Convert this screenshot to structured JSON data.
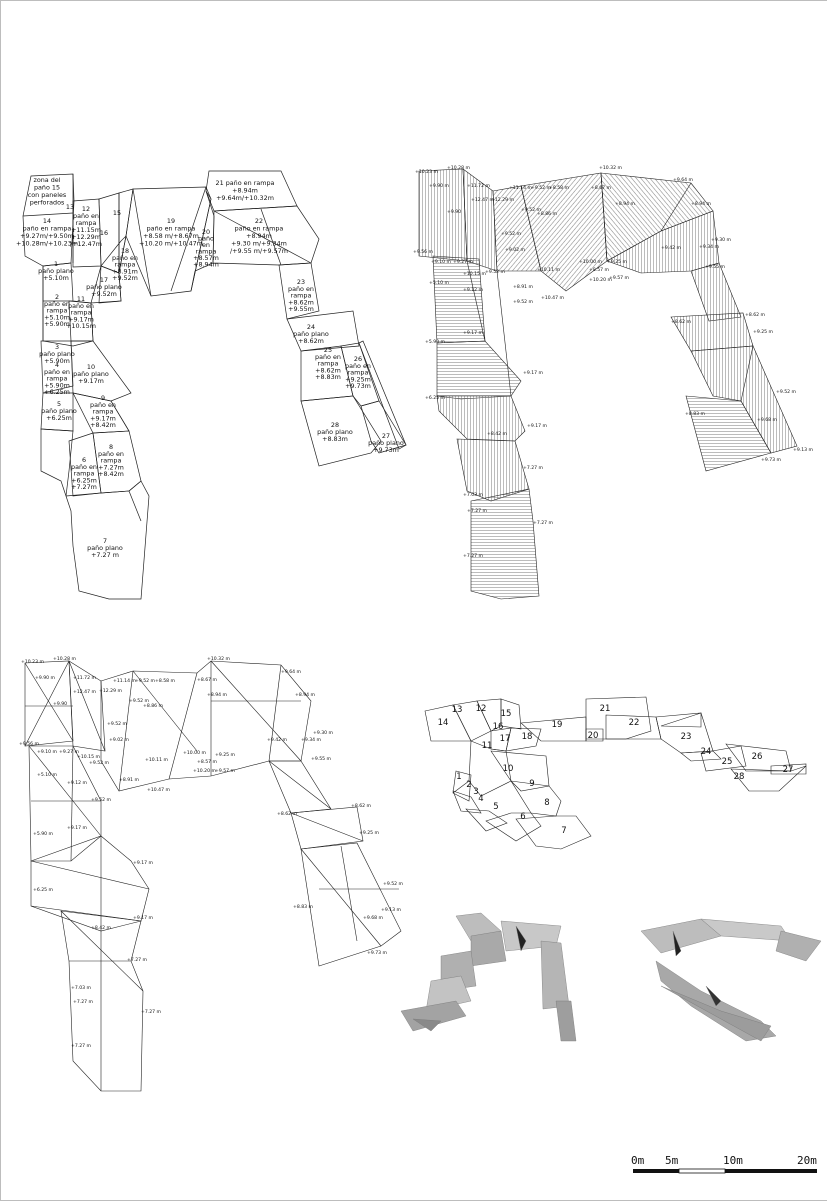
{
  "plan_labels": [
    {
      "lines": [
        "zona del",
        "paño 15",
        "con paneles",
        "perforados"
      ]
    },
    {
      "lines": [
        "14",
        "paño en rampa",
        "+9.27m/+9.50m",
        "+10.28m/+10.23m"
      ]
    },
    {
      "lines": [
        "13"
      ]
    },
    {
      "lines": [
        "12",
        "paño en",
        "rampa",
        "+11.15m",
        "+12.29m",
        "/+12.47m"
      ]
    },
    {
      "lines": [
        "15"
      ]
    },
    {
      "lines": [
        "16"
      ]
    },
    {
      "lines": [
        "19",
        "paño en rampa",
        "+8.58 m/+8.67m",
        "+10.20 m/+10.47m"
      ]
    },
    {
      "lines": [
        "20",
        "paño",
        "en",
        "rampa",
        "+8.57m",
        "+8.94m"
      ]
    },
    {
      "lines": [
        "21 paño en rampa",
        "+8.94m",
        "+9.64m/+10.32m"
      ]
    },
    {
      "lines": [
        "22",
        "paño en rampa",
        "+8.94m",
        "+9.30 m/+9.34m",
        "/+9.55 m/+9.57m"
      ]
    },
    {
      "lines": [
        "18",
        "paño en",
        "rampa",
        "+8.91m",
        "+9.52m"
      ]
    },
    {
      "lines": [
        "17",
        "paño plano",
        "+9.52m"
      ]
    },
    {
      "lines": [
        "1",
        "paño plano",
        "+5.10m"
      ]
    },
    {
      "lines": [
        "2",
        "paño en",
        "rampa",
        "+5.10m",
        "+5.90m"
      ]
    },
    {
      "lines": [
        "11",
        "paño en",
        "rampa",
        "+9.17m",
        "+10.15m"
      ]
    },
    {
      "lines": [
        "3",
        "paño plano",
        "+5.90m"
      ]
    },
    {
      "lines": [
        "4",
        "paño en",
        "rampa",
        "+5.90m",
        "+6.25m"
      ]
    },
    {
      "lines": [
        "10",
        "paño plano",
        "+9.17m"
      ]
    },
    {
      "lines": [
        "5",
        "paño plano",
        "+6.25m"
      ]
    },
    {
      "lines": [
        "9",
        "paño en",
        "rampa",
        "+9.17m",
        "+8.42m"
      ]
    },
    {
      "lines": [
        "8",
        "paño en",
        "rampa",
        "+7.27m",
        "+8.42m"
      ]
    },
    {
      "lines": [
        "6",
        "paño en",
        "rampa",
        "+6.25m",
        "+7.27m"
      ]
    },
    {
      "lines": [
        "7",
        "paño plano",
        "+7.27 m"
      ]
    },
    {
      "lines": [
        "23",
        "paño en",
        "rampa",
        "+8.62m",
        "+9.55m"
      ]
    },
    {
      "lines": [
        "24",
        "paño plano",
        "+8.62m"
      ]
    },
    {
      "lines": [
        "25",
        "paño en",
        "rampa",
        "+8.62m",
        "+8.83m"
      ]
    },
    {
      "lines": [
        "26",
        "paño en",
        "rampa",
        "+9.25m",
        "+9.73m"
      ]
    },
    {
      "lines": [
        "28",
        "paño plano",
        "+8.83m"
      ]
    },
    {
      "lines": [
        "27",
        "paño plano",
        "+9.73m"
      ]
    }
  ],
  "level_labels": [
    "+10.23 m",
    "+10.28 m",
    "+9.90 m",
    "+11.72 m",
    "+12.47 m",
    "+11.14 m",
    "+9.52 m",
    "+8.58 m",
    "+8.67 m",
    "+10.32 m",
    "+9.64 m",
    "+8.94 m",
    "+9.90",
    "+12.29 m",
    "+9.52 m",
    "+8.86 m",
    "+8.94 m",
    "+9.30 m",
    "+9.34 m",
    "+9.56 m",
    "+9.10 m",
    "+9.27 m",
    "+10.15 m",
    "+9.52 m",
    "+9.52 m",
    "+9.02 m",
    "+10.11 m",
    "+10.00 m",
    "+9.25 m",
    "+8.57 m",
    "+9.57 m",
    "+10.20 m",
    "+9.42 m",
    "+9.55 m",
    "+5.10 m",
    "+9.12 m",
    "+8.91 m",
    "+10.47 m",
    "+9.52 m",
    "+8.62 m",
    "+8.62 m",
    "+9.25 m",
    "+5.90 m",
    "+9.17 m",
    "+9.17 m",
    "+6.25 m",
    "+8.42 m",
    "+9.17 m",
    "+8.83 m",
    "+9.52 m",
    "+9.68 m",
    "+9.13 m",
    "+9.73 m",
    "+7.27 m",
    "+7.03 m",
    "+7.27 m",
    "+7.27 m",
    "+7.27 m"
  ],
  "zone_numbers": [
    "1",
    "2",
    "3",
    "4",
    "5",
    "6",
    "7",
    "8",
    "9",
    "10",
    "11",
    "12",
    "13",
    "14",
    "15",
    "16",
    "17",
    "18",
    "19",
    "20",
    "21",
    "22",
    "23",
    "24",
    "25",
    "26",
    "27",
    "28"
  ],
  "scale_bar": {
    "labels": [
      "0m",
      "5m",
      "10m",
      "20m"
    ]
  }
}
